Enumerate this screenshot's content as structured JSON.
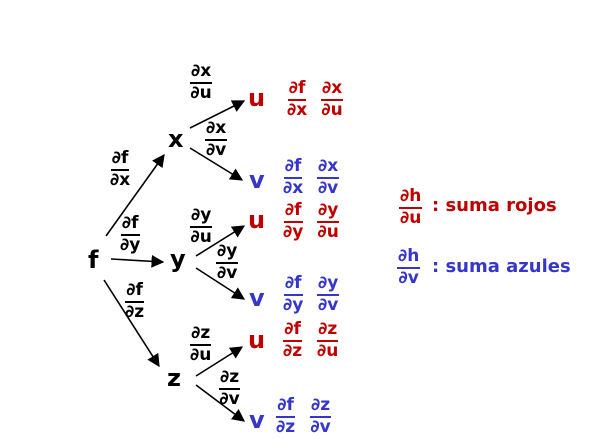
{
  "root": {
    "label": "f"
  },
  "branches": [
    {
      "var": "x",
      "edge": {
        "num": "∂f",
        "den": "∂x"
      },
      "u": {
        "label": "u",
        "edge": {
          "num": "∂x",
          "den": "∂u"
        },
        "product": [
          {
            "num": "∂f",
            "den": "∂x"
          },
          {
            "num": "∂x",
            "den": "∂u"
          }
        ]
      },
      "v": {
        "label": "v",
        "edge": {
          "num": "∂x",
          "den": "∂v"
        },
        "product": [
          {
            "num": "∂f",
            "den": "∂x"
          },
          {
            "num": "∂x",
            "den": "∂v"
          }
        ]
      }
    },
    {
      "var": "y",
      "edge": {
        "num": "∂f",
        "den": "∂y"
      },
      "u": {
        "label": "u",
        "edge": {
          "num": "∂y",
          "den": "∂u"
        },
        "product": [
          {
            "num": "∂f",
            "den": "∂y"
          },
          {
            "num": "∂y",
            "den": "∂u"
          }
        ]
      },
      "v": {
        "label": "v",
        "edge": {
          "num": "∂y",
          "den": "∂v"
        },
        "product": [
          {
            "num": "∂f",
            "den": "∂y"
          },
          {
            "num": "∂y",
            "den": "∂v"
          }
        ]
      }
    },
    {
      "var": "z",
      "edge": {
        "num": "∂f",
        "den": "∂z"
      },
      "u": {
        "label": "u",
        "edge": {
          "num": "∂z",
          "den": "∂u"
        },
        "product": [
          {
            "num": "∂f",
            "den": "∂z"
          },
          {
            "num": "∂z",
            "den": "∂u"
          }
        ]
      },
      "v": {
        "label": "v",
        "edge": {
          "num": "∂z",
          "den": "∂v"
        },
        "product": [
          {
            "num": "∂f",
            "den": "∂z"
          },
          {
            "num": "∂z",
            "den": "∂v"
          }
        ]
      }
    }
  ],
  "legend": {
    "u": {
      "num": "∂h",
      "den": "∂u",
      "text": ": suma rojos"
    },
    "v": {
      "num": "∂h",
      "den": "∂v",
      "text": ": suma azules"
    }
  },
  "colors": {
    "red": "#c00000",
    "blue": "#3636c8",
    "black": "#000000"
  }
}
